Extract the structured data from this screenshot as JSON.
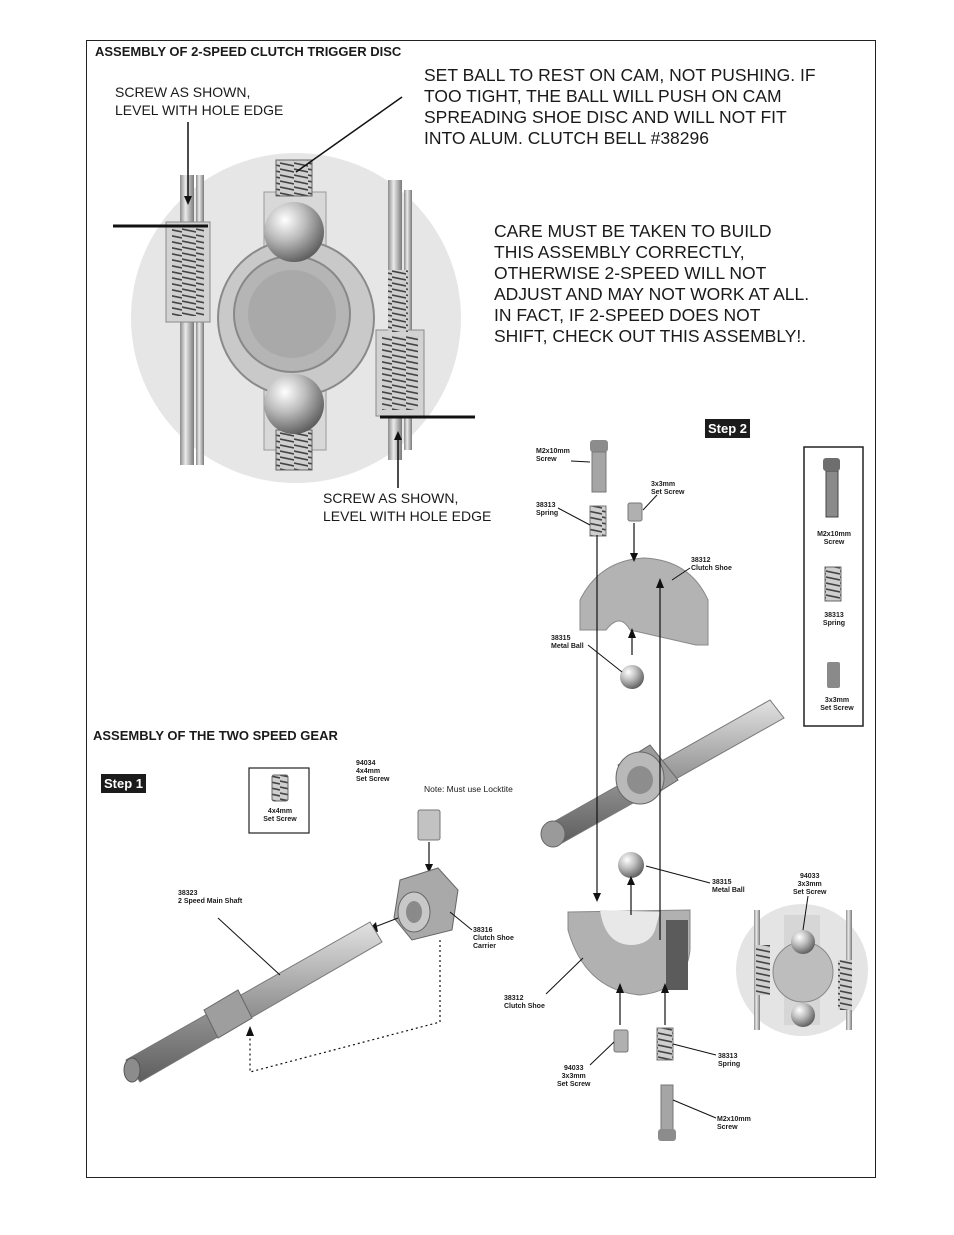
{
  "section1": {
    "title": "ASSEMBLY OF 2-SPEED CLUTCH TRIGGER DISC",
    "screw_note_top": "SCREW AS SHOWN,\nLEVEL WITH HOLE EDGE",
    "screw_note_bottom": "SCREW AS SHOWN,\nLEVEL WITH HOLE EDGE",
    "instruction_ball": "SET BALL TO REST ON CAM, NOT PUSHING.  IF\nTOO TIGHT, THE BALL WILL PUSH ON CAM\nSPREADING SHOE DISC AND WILL NOT FIT\nINTO ALUM. CLUTCH BELL #38296",
    "instruction_care": "CARE MUST BE TAKEN TO BUILD\nTHIS ASSEMBLY CORRECTLY,\nOTHERWISE 2-SPEED WILL NOT\nADJUST AND MAY NOT WORK AT ALL.\nIN FACT, IF 2-SPEED DOES NOT\nSHIFT, CHECK OUT THIS ASSEMBLY!."
  },
  "section2": {
    "title": "ASSEMBLY OF THE TWO SPEED GEAR"
  },
  "step1": {
    "label": "Step 1",
    "legend_part": "4x4mm\nSet Screw",
    "parts": {
      "screw_94034": "94034\n4x4mm\nSet Screw",
      "locktite_note": "Note: Must use Locktite",
      "shaft_38323": "38323\n2 Speed Main Shaft",
      "carrier_38316": "38316\nClutch Shoe\nCarrier"
    }
  },
  "step2": {
    "label": "Step 2",
    "legend": {
      "screw": "M2x10mm\nScrew",
      "spring": "38313\nSpring",
      "set_screw": "3x3mm\nSet Screw"
    },
    "parts": {
      "screw_top": "M2x10mm\nScrew",
      "set_screw_top": "3x3mm\nSet Screw",
      "spring_top": "38313\nSpring",
      "shoe_top": "38312\nClutch Shoe",
      "ball_top": "38315\nMetal Ball",
      "ball_bottom": "38315\nMetal Ball",
      "set_screw_detail": "94033\n3x3mm\nSet Screw",
      "shoe_bottom": "38312\nClutch Shoe",
      "set_screw_bottom": "94033\n3x3mm\nSet Screw",
      "spring_bottom": "38313\nSpring",
      "screw_bottom": "M2x10mm\nScrew"
    }
  }
}
